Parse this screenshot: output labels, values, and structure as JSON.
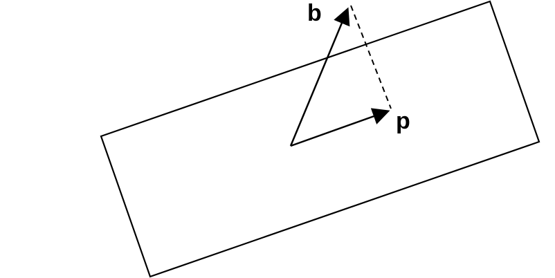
{
  "diagram": {
    "labels": {
      "b": "b",
      "p": "p"
    },
    "colors": {
      "stroke": "#000000",
      "background": "#ffffff"
    },
    "elements": {
      "plane": "plane-parallelogram",
      "vector_b": "vector-b-arrow",
      "vector_p": "vector-p-arrow",
      "projection_line": "dashed-projection-line"
    }
  }
}
